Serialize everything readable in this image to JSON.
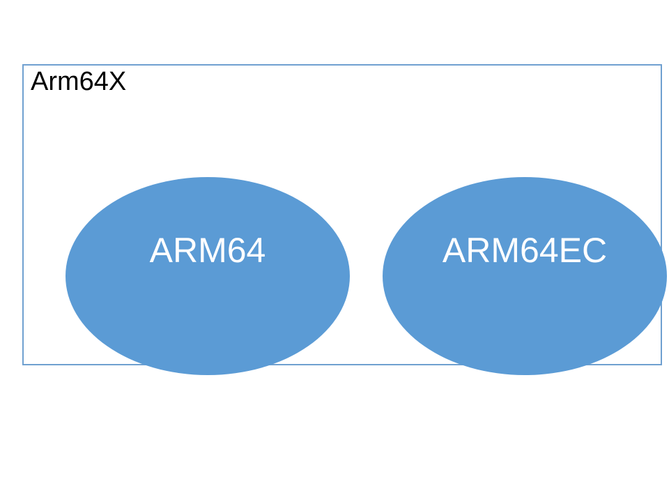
{
  "diagram": {
    "container": {
      "label": "Arm64X"
    },
    "nodes": [
      {
        "id": "arm64",
        "label": "ARM64"
      },
      {
        "id": "arm64ec",
        "label": "ARM64EC"
      }
    ],
    "colors": {
      "background": "#ffffff",
      "box_border": "#6fa0d0",
      "label_color": "#000000",
      "ellipse_fill": "#5b9bd5",
      "node_text_color": "#ffffff"
    }
  }
}
